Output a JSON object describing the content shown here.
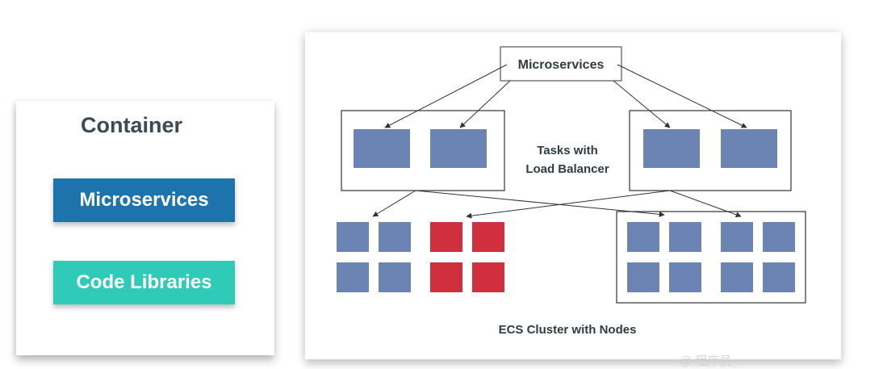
{
  "left_panel": {
    "title": "Container",
    "items": [
      {
        "label": "Microservices",
        "color": "#1d73ab"
      },
      {
        "label": "Code Libraries",
        "color": "#2fcab8"
      }
    ]
  },
  "diagram": {
    "top_node": "Microservices",
    "middle_label_line1": "Tasks with",
    "middle_label_line2": "Load Balancer",
    "bottom_label": "ECS Cluster with Nodes",
    "colors": {
      "node": "#6b84b4",
      "highlight": "#d02f3e",
      "border": "#333333"
    }
  },
  "watermark": "@ 程序员..."
}
